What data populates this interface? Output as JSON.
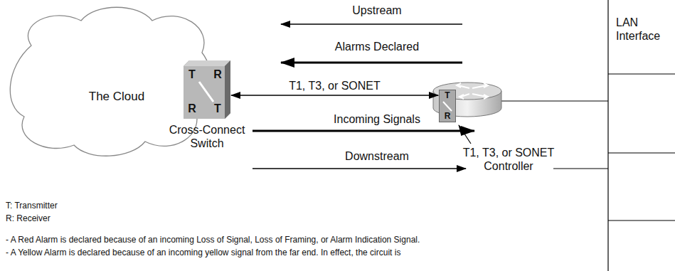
{
  "diagram": {
    "nodes": [
      {
        "text": [
          "The Cloud"
        ]
      },
      {
        "text": [
          "T",
          "R",
          "R",
          "T",
          "Cross-Connect Switch"
        ]
      },
      {
        "text": [
          "T",
          "R"
        ]
      }
    ],
    "edges": [
      {
        "from": 1,
        "to": 2,
        "arrow": "both",
        "label": "T1, T3, or SONET"
      }
    ],
    "labels": [
      "Upstream",
      "Alarms Declared",
      "Incoming Signals",
      "Downstream",
      "T1, T3, or SONET Controller",
      "LAN Interface",
      "T: Transmitter",
      "R: Receiver",
      "- A Red Alarm is declared because of an incoming Loss of Signal, Loss of Framing, or Alarm Indication Signal.",
      "- A Yellow Alarm is declared because of an incoming yellow signal from the far end. In effect, the circuit is"
    ]
  }
}
